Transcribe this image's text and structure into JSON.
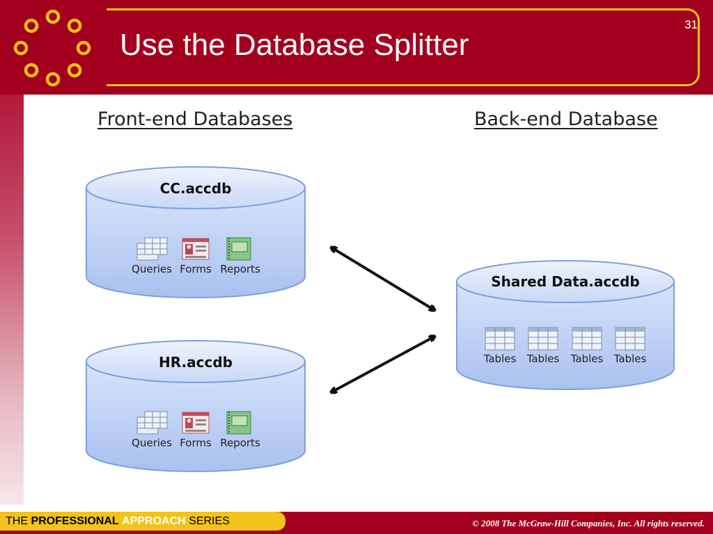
{
  "slide": {
    "title": "Use the Database Splitter",
    "number": "31"
  },
  "sections": {
    "front_end": "Front-end Databases",
    "back_end": "Back-end Database"
  },
  "databases": [
    {
      "name": "CC.accdb",
      "objects": [
        "Queries",
        "Forms",
        "Reports"
      ]
    },
    {
      "name": "HR.accdb",
      "objects": [
        "Queries",
        "Forms",
        "Reports"
      ]
    },
    {
      "name": "Shared Data.accdb",
      "objects": [
        "Tables",
        "Tables",
        "Tables",
        "Tables"
      ]
    }
  ],
  "footer": {
    "series_the": "THE ",
    "series_professional": "PROFESSIONAL",
    "series_approach": "APPROACH",
    "series_series": "SERIES",
    "copyright": "© 2008 The McGraw-Hill Companies, Inc. All rights reserved."
  },
  "colors": {
    "header": "#a3001e",
    "accent": "#f2c31a",
    "cylinder_fill": "#c3d4f7",
    "cylinder_stroke": "#7f9fd8"
  }
}
